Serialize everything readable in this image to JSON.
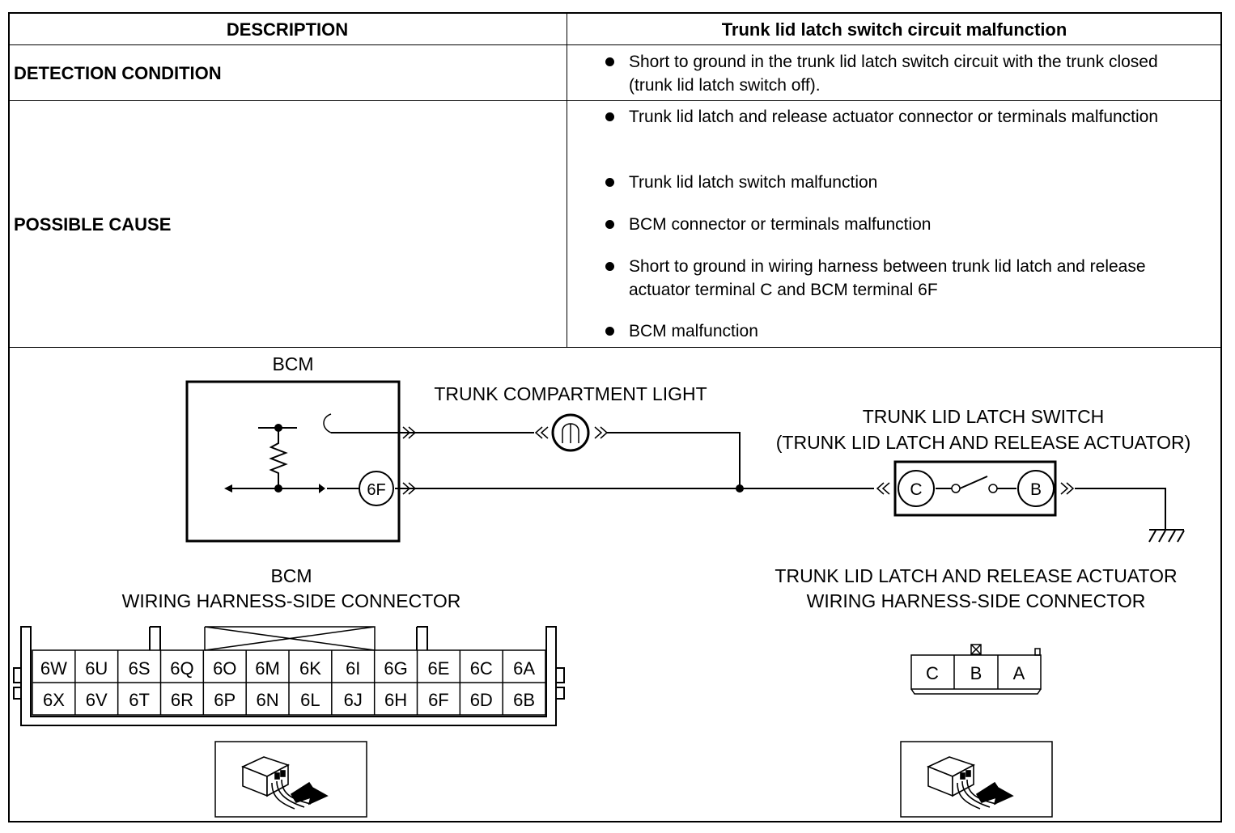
{
  "table": {
    "col1_header": "DESCRIPTION",
    "col2_header": "Trunk lid latch switch circuit malfunction",
    "detection_label": "DETECTION CONDITION",
    "detection_items": [
      "Short to ground in the trunk lid latch switch circuit with the trunk closed (trunk lid latch switch off)."
    ],
    "cause_label": "POSSIBLE CAUSE",
    "cause_items": [
      "Trunk lid latch and release actuator connector or terminals malfunction",
      "Trunk lid latch switch malfunction",
      "BCM connector or terminals malfunction",
      "Short to ground in wiring harness between trunk lid latch and release actuator terminal C and BCM terminal 6F",
      "BCM malfunction"
    ]
  },
  "diagram": {
    "bcm_label": "BCM",
    "light_label": "TRUNK COMPARTMENT LIGHT",
    "switch_label_1": "TRUNK LID LATCH SWITCH",
    "switch_label_2": "(TRUNK LID LATCH AND RELEASE ACTUATOR)",
    "terminal_6f": "6F",
    "terminal_c": "C",
    "terminal_b": "B"
  },
  "bcm_connector": {
    "title_1": "BCM",
    "title_2": "WIRING HARNESS-SIDE CONNECTOR",
    "top_row": [
      "6W",
      "6U",
      "6S",
      "6Q",
      "6O",
      "6M",
      "6K",
      "6I",
      "6G",
      "6E",
      "6C",
      "6A"
    ],
    "bottom_row": [
      "6X",
      "6V",
      "6T",
      "6R",
      "6P",
      "6N",
      "6L",
      "6J",
      "6H",
      "6F",
      "6D",
      "6B"
    ]
  },
  "actuator_connector": {
    "title_1": "TRUNK LID LATCH AND RELEASE ACTUATOR",
    "title_2": "WIRING HARNESS-SIDE CONNECTOR",
    "pins": [
      "C",
      "B",
      "A"
    ]
  }
}
